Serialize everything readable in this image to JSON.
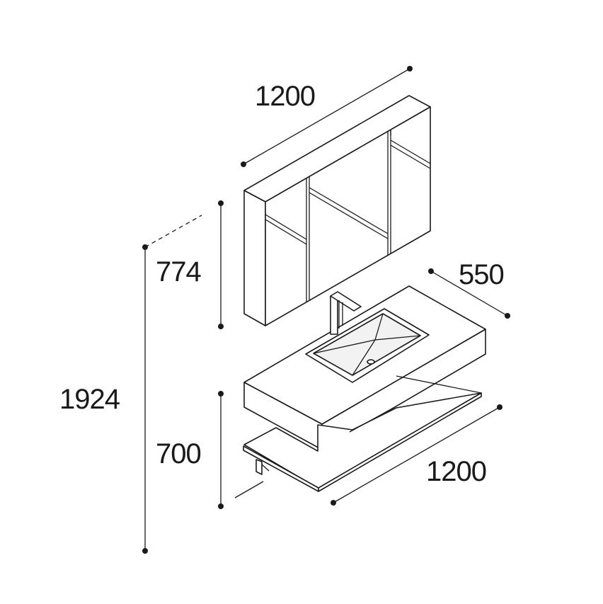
{
  "dimensions": {
    "mirror_width": "1200",
    "mirror_height": "774",
    "total_height": "1924",
    "counter_depth": "550",
    "counter_height": "700",
    "counter_width": "1200"
  }
}
